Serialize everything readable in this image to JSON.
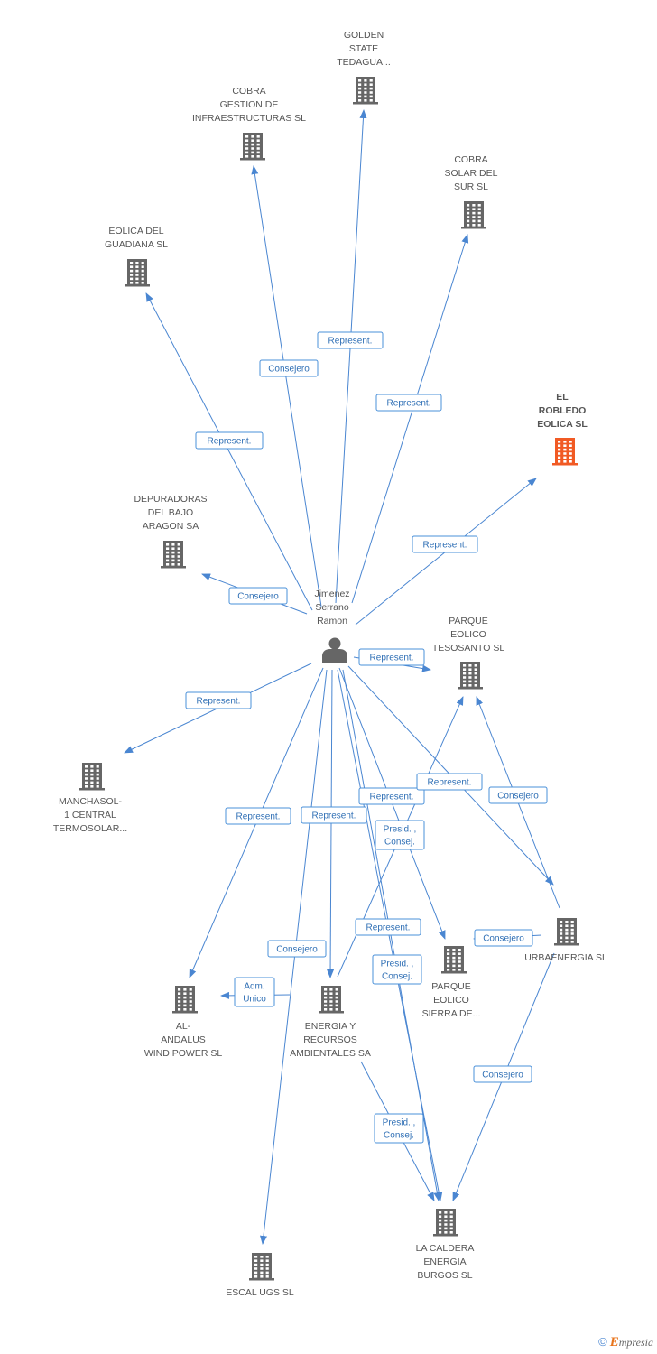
{
  "colors": {
    "edge": "#4a86d1",
    "node": "#666666",
    "highlight": "#f15a24",
    "label": "#555555"
  },
  "person": {
    "id": "jimenez",
    "lines": [
      "Jimenez",
      "Serrano",
      "Ramon"
    ],
    "icon": "person-icon"
  },
  "companies": [
    {
      "id": "golden",
      "lines": [
        "GOLDEN",
        "STATE",
        "TEDAGUA..."
      ],
      "icon": "building-icon"
    },
    {
      "id": "cobra_gestion",
      "lines": [
        "COBRA",
        "GESTION DE",
        "INFRAESTRUCTURAS SL"
      ],
      "icon": "building-icon"
    },
    {
      "id": "cobra_solar",
      "lines": [
        "COBRA",
        "SOLAR DEL",
        "SUR SL"
      ],
      "icon": "building-icon"
    },
    {
      "id": "eolica_guadiana",
      "lines": [
        "EOLICA DEL",
        "GUADIANA SL"
      ],
      "icon": "building-icon"
    },
    {
      "id": "el_robledo",
      "lines": [
        "EL",
        "ROBLEDO",
        "EOLICA SL"
      ],
      "icon": "building-icon",
      "highlight": true
    },
    {
      "id": "depuradoras",
      "lines": [
        "DEPURADORAS",
        "DEL BAJO",
        "ARAGON SA"
      ],
      "icon": "building-icon"
    },
    {
      "id": "tesosanto",
      "lines": [
        "PARQUE",
        "EOLICO",
        "TESOSANTO SL"
      ],
      "icon": "building-icon"
    },
    {
      "id": "manchasol",
      "lines": [
        "MANCHASOL-",
        "1 CENTRAL",
        "TERMOSOLAR..."
      ],
      "icon": "building-icon"
    },
    {
      "id": "urbaenergia",
      "lines": [
        "URBAENERGIA SL"
      ],
      "icon": "building-icon"
    },
    {
      "id": "sierra",
      "lines": [
        "PARQUE",
        "EOLICO",
        "SIERRA DE..."
      ],
      "icon": "building-icon"
    },
    {
      "id": "al_andalus",
      "lines": [
        "AL-",
        "ANDALUS",
        "WIND POWER SL"
      ],
      "icon": "building-icon"
    },
    {
      "id": "energia",
      "lines": [
        "ENERGIA Y",
        "RECURSOS",
        "AMBIENTALES SA"
      ],
      "icon": "building-icon"
    },
    {
      "id": "la_caldera",
      "lines": [
        "LA CALDERA",
        "ENERGIA",
        "BURGOS SL"
      ],
      "icon": "building-icon"
    },
    {
      "id": "escal",
      "lines": [
        "ESCAL UGS SL"
      ],
      "icon": "building-icon"
    }
  ],
  "relations": [
    {
      "id": "r1",
      "lines": [
        "Represent."
      ]
    },
    {
      "id": "r2",
      "lines": [
        "Consejero"
      ]
    },
    {
      "id": "r3",
      "lines": [
        "Represent."
      ]
    },
    {
      "id": "r4",
      "lines": [
        "Represent."
      ]
    },
    {
      "id": "r5",
      "lines": [
        "Represent."
      ]
    },
    {
      "id": "r6",
      "lines": [
        "Consejero"
      ]
    },
    {
      "id": "r7",
      "lines": [
        "Represent."
      ]
    },
    {
      "id": "r8",
      "lines": [
        "Represent."
      ]
    },
    {
      "id": "r9",
      "lines": [
        "Represent."
      ]
    },
    {
      "id": "r10",
      "lines": [
        "Represent."
      ]
    },
    {
      "id": "r11",
      "lines": [
        "Represent."
      ]
    },
    {
      "id": "r12",
      "lines": [
        "Represent."
      ]
    },
    {
      "id": "r13",
      "lines": [
        "Consejero"
      ]
    },
    {
      "id": "r14",
      "lines": [
        "Presid. ,",
        "Consej."
      ]
    },
    {
      "id": "r15",
      "lines": [
        "Represent."
      ]
    },
    {
      "id": "r16",
      "lines": [
        "Consejero"
      ]
    },
    {
      "id": "r17",
      "lines": [
        "Consejero"
      ]
    },
    {
      "id": "r18",
      "lines": [
        "Adm.",
        "Unico"
      ]
    },
    {
      "id": "r19",
      "lines": [
        "Presid. ,",
        "Consej."
      ]
    },
    {
      "id": "r20",
      "lines": [
        "Consejero"
      ]
    },
    {
      "id": "r21",
      "lines": [
        "Presid. ,",
        "Consej."
      ]
    }
  ],
  "footer": {
    "copyright": "©",
    "brand_initial": "E",
    "brand_rest": "mpresia"
  }
}
